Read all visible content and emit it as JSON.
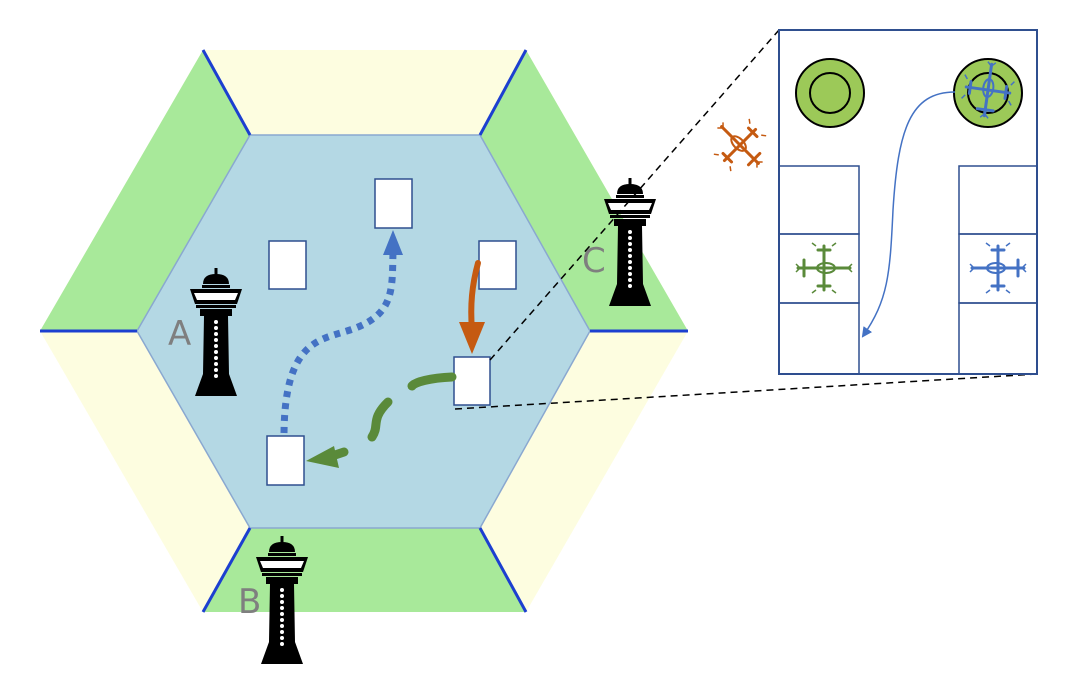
{
  "towers": [
    {
      "id": "a",
      "label": "A"
    },
    {
      "id": "b",
      "label": "B"
    },
    {
      "id": "c",
      "label": "C"
    }
  ],
  "icons": {
    "tower": "control-tower-icon",
    "aircraft": "vtol-aircraft-icon",
    "pad": "landing-pad-icon",
    "vertiport": "vertiport-icon"
  },
  "colors": {
    "inner_zone": "#b4d8e4",
    "middle_zone": "#a8e99a",
    "outer_zone": "#fdfde0",
    "boundary": "#1c3fd0",
    "path_blue": "#4472c4",
    "path_green": "#5a8a3a",
    "path_orange": "#c55a11",
    "box_stroke": "#2f4f8f",
    "pad_fill": "#9cc958",
    "tower": "#000000"
  }
}
